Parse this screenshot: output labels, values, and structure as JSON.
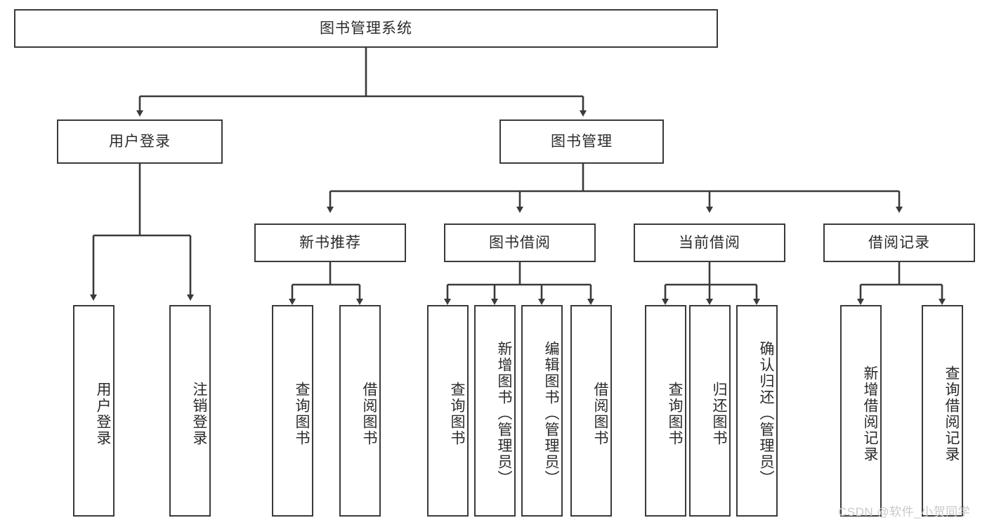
{
  "diagram": {
    "type": "tree-hierarchy",
    "title": "图书管理系统",
    "watermark": "CSDN @软件_小贺同学",
    "colors": {
      "border": "#3a3a3a",
      "text": "#2b2b2b",
      "background": "#ffffff",
      "edge": "#3a3a3a",
      "watermark": "#c9c9c9"
    },
    "nodes": {
      "root": {
        "label": "图书管理系统"
      },
      "level1": [
        {
          "label": "用户登录"
        },
        {
          "label": "图书管理"
        }
      ],
      "level2": [
        {
          "label": "新书推荐"
        },
        {
          "label": "图书借阅"
        },
        {
          "label": "当前借阅"
        },
        {
          "label": "借阅记录"
        }
      ],
      "leaves_user_login": [
        {
          "label": "用户登录"
        },
        {
          "label": "注销登录"
        }
      ],
      "leaves_new_books": [
        {
          "label": "查询图书"
        },
        {
          "label": "借阅图书"
        }
      ],
      "leaves_borrow": [
        {
          "label": "查询图书"
        },
        {
          "label": "新增图书（管理员）"
        },
        {
          "label": "编辑图书（管理员）"
        },
        {
          "label": "借阅图书"
        }
      ],
      "leaves_current": [
        {
          "label": "查询图书"
        },
        {
          "label": "归还图书"
        },
        {
          "label": "确认归还（管理员）"
        }
      ],
      "leaves_records": [
        {
          "label": "新增借阅记录"
        },
        {
          "label": "查询借阅记录"
        }
      ]
    }
  }
}
